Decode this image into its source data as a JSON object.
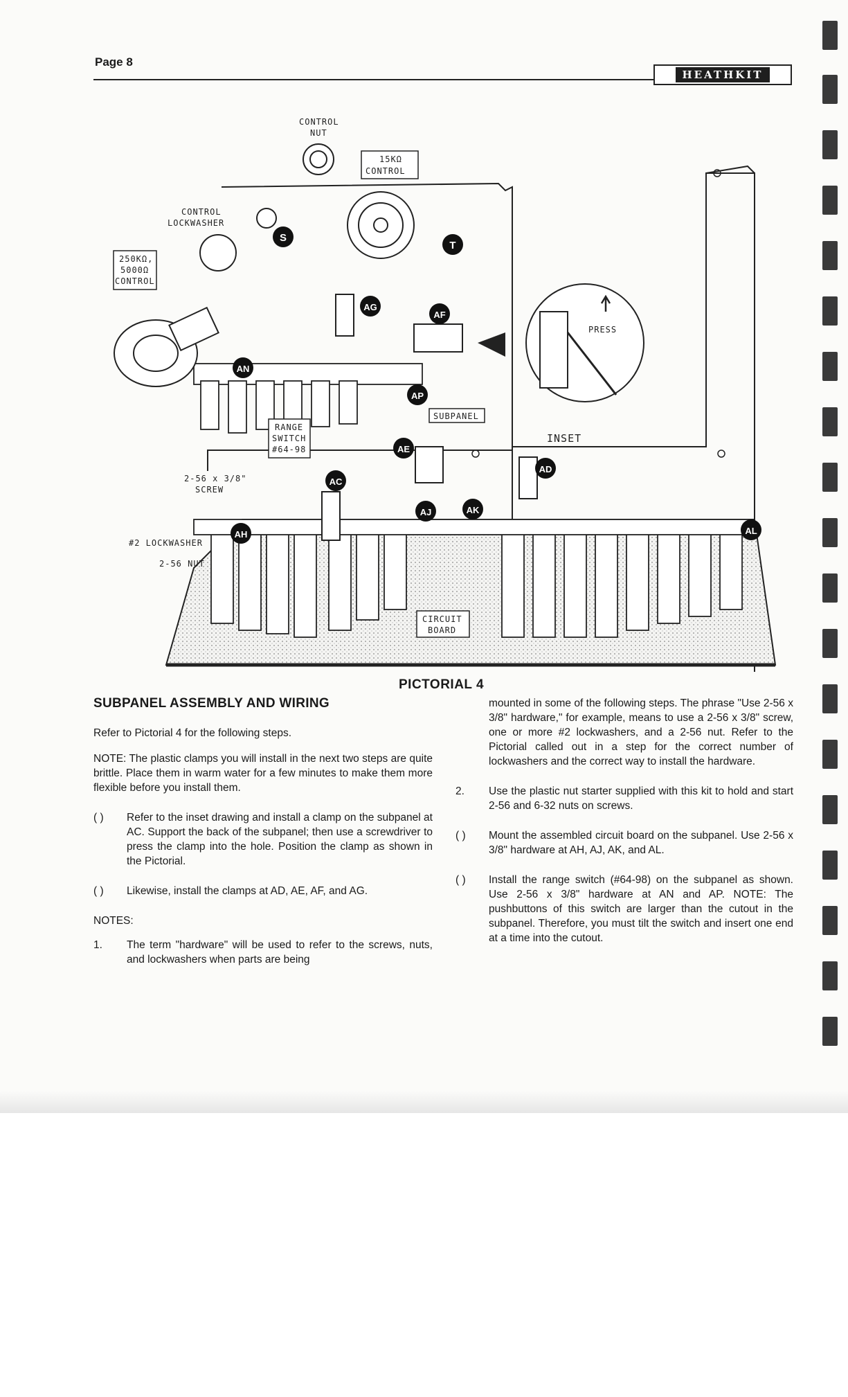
{
  "header": {
    "page": "Page 8",
    "brand": "HEATHKIT"
  },
  "pictorial": {
    "title": "PICTORIAL 4",
    "labels": {
      "control_nut": [
        "CONTROL",
        "NUT"
      ],
      "control_15k": [
        "15KΩ",
        "CONTROL"
      ],
      "control_lockwasher": [
        "CONTROL",
        "LOCKWASHER"
      ],
      "control_250k": [
        "250KΩ,",
        "5000Ω",
        "CONTROL"
      ],
      "press": "PRESS",
      "subpanel": "SUBPANEL",
      "inset": "INSET",
      "range_switch": [
        "RANGE",
        "SWITCH",
        "#64-98"
      ],
      "screw": [
        "2-56 x 3/8\"",
        "SCREW"
      ],
      "lockwasher": "#2 LOCKWASHER",
      "nut": "2-56 NUT",
      "circuit_board": [
        "CIRCUIT",
        "BOARD"
      ]
    },
    "markers": [
      "S",
      "T",
      "AG",
      "AF",
      "AN",
      "AP",
      "AE",
      "AC",
      "AD",
      "AJ",
      "AK",
      "AH",
      "AL"
    ]
  },
  "left": {
    "title": "SUBPANEL ASSEMBLY AND WIRING",
    "intro": "Refer to Pictorial 4 for the following steps.",
    "note": "NOTE: The plastic clamps you will install in the next two steps are quite brittle. Place them in warm water for a few minutes to make them more flexible before you install them.",
    "step1_mark": "(   )",
    "step1": "Refer to the inset drawing and install a clamp on the subpanel at AC. Support the back of the subpanel; then use a screwdriver to press the clamp into the hole. Position the clamp as shown in the Pictorial.",
    "step2_mark": "(   )",
    "step2": "Likewise, install the clamps at AD, AE, AF, and AG.",
    "notes_heading": "NOTES:",
    "note1_num": "1.",
    "note1": "The term \"hardware\" will be used to refer to the screws, nuts, and lockwashers when parts are being"
  },
  "right": {
    "cont": "mounted in some of the following steps. The phrase \"Use 2-56 x 3/8\" hardware,\" for example, means to use a 2-56 x 3/8\" screw, one or more #2 lockwashers, and a 2-56 nut. Refer to the Pictorial called out in a step for the correct number of lockwashers and the correct way to install the hardware.",
    "note2_num": "2.",
    "note2": "Use the plastic nut starter supplied with this kit to hold and start 2-56 and 6-32 nuts on screws.",
    "step3_mark": "(   )",
    "step3": "Mount the assembled circuit board on the subpanel. Use 2-56 x 3/8\" hardware at AH, AJ, AK, and AL.",
    "step4_mark": "(   )",
    "step4": "Install the range switch (#64-98) on the subpanel as shown. Use 2-56 x 3/8\" hardware at AN and AP. NOTE: The pushbuttons of this switch are larger than the cutout in the subpanel. Therefore, you must tilt the switch and insert one end at a time into the cutout."
  },
  "colors": {
    "ink": "#1a1a1a",
    "paper": "#fbfbf9",
    "tab": "#3a3a3a"
  }
}
